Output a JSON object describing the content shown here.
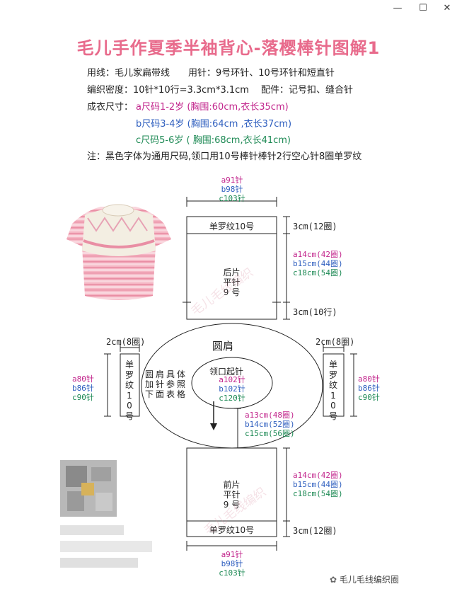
{
  "window": {
    "minimize_label": "—",
    "maximize_label": "☐",
    "close_label": "✕"
  },
  "title": "毛儿手作夏季半袖背心-落樱棒针图解1",
  "colors": {
    "title": "#e86b8c",
    "size_a": "#c2258c",
    "size_b": "#2f5fbf",
    "size_c": "#1e8a55"
  },
  "info": {
    "yarn": "用线：毛儿家扁带线",
    "needles": "用针：9号环针、10号环针和短直针",
    "gauge": "编织密度：10针*10行=3.3cm*3.1cm",
    "accessories": "配件：记号扣、缝合针",
    "size_label": "成衣尺寸：",
    "size_a": "a尺码1-2岁 (胸围:60cm,衣长35cm)",
    "size_b": "b尺码3-4岁 (胸围:64cm ,衣长37cm)",
    "size_c": "c尺码5-6岁 ( 胸围:68cm,衣长41cm)",
    "note": "注：黑色字体为通用尺码,领口用10号棒针棒针2行空心针8圈单罗纹"
  },
  "back": {
    "top_a": "a91针",
    "top_b": "b98针",
    "top_c": "c103针",
    "rib": "单罗纹10号",
    "name": "后片",
    "stitch": "平针",
    "needle": "9 号",
    "dim_top": "3cm(12圈)",
    "len_a": "a14cm(42圈)",
    "len_b": "b15cm(44圈)",
    "len_c": "c18cm(54圈)",
    "dim_bottom": "3cm(10行)"
  },
  "yoke": {
    "title": "圆肩",
    "col1": "圆加下",
    "col2": "肩针面",
    "col3": "具参表",
    "col4": "体照格",
    "neck_label": "领口起针",
    "neck_a": "a102针",
    "neck_b": "b102针",
    "neck_c": "c120针",
    "depth_a": "a13cm(48圈)",
    "depth_b": "b14cm(52圈)",
    "depth_c": "c15cm(56圈)"
  },
  "sleeve_left": {
    "dim": "2cm(8圈)",
    "text": "单罗纹10号",
    "a": "a80针",
    "b": "b86针",
    "c": "c90针"
  },
  "sleeve_right": {
    "dim": "2cm(8圈)",
    "text": "单罗纹10号",
    "a": "a80针",
    "b": "b86针",
    "c": "c90针"
  },
  "front": {
    "name": "前片",
    "stitch": "平针",
    "needle": "9 号",
    "rib": "单罗纹10号",
    "len_a": "a14cm(42圈)",
    "len_b": "b15cm(44圈)",
    "len_c": "c18cm(54圈)",
    "dim_bottom": "3cm(12圈)",
    "bottom_a": "a91针",
    "bottom_b": "b98针",
    "bottom_c": "c103针"
  },
  "watermark": {
    "text": "毛儿毛线编织",
    "brand": "毛儿毛线编织圈"
  }
}
